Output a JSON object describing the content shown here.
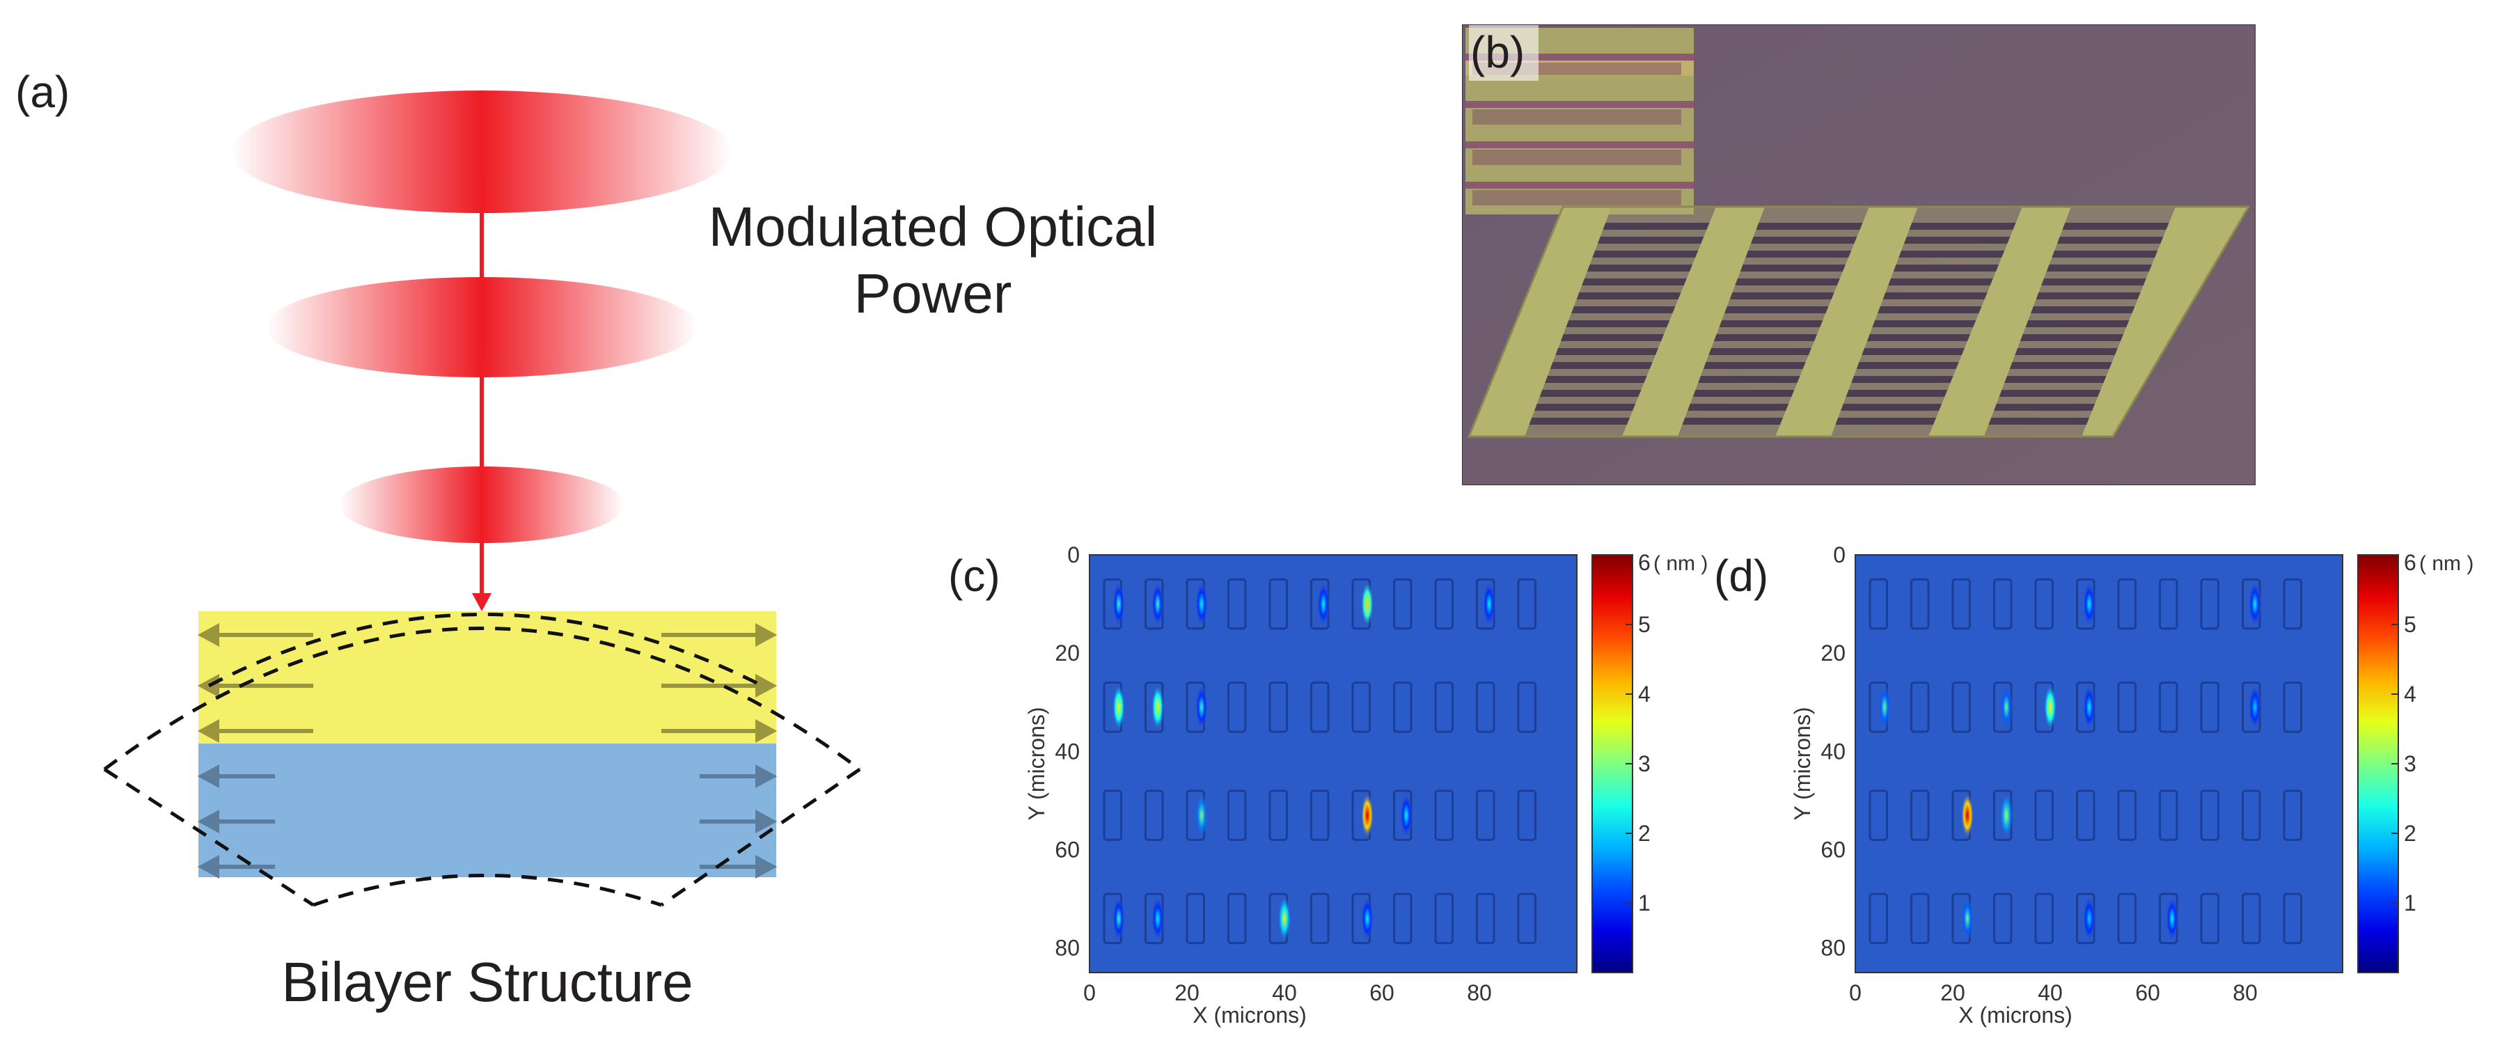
{
  "labels": {
    "a": "(a)",
    "b": "(b)",
    "c": "(c)",
    "d": "(d)"
  },
  "panel_a": {
    "beam_title_line1": "Modulated Optical",
    "beam_title_line2": "Power",
    "structure_title": "Bilayer Structure",
    "colors": {
      "beam": "#ee1c25",
      "top_layer": "#f5f06a",
      "bottom_layer": "#85b4df",
      "top_arrows": "#9a9640",
      "bottom_arrows": "#5c7d9c"
    }
  },
  "panel_b": {
    "description_colors": {
      "substrate": "#6c5a70",
      "metal": "#b4b46e"
    }
  },
  "maps": {
    "x_label": "X (microns)",
    "y_label": "Y (microns)",
    "x_ticks": [
      "0",
      "20",
      "40",
      "60",
      "80"
    ],
    "y_ticks": [
      "0",
      "20",
      "40",
      "60",
      "80"
    ],
    "colorbar_unit": "( nm )",
    "colorbar_ticks": [
      "6",
      "5",
      "4",
      "3",
      "2",
      "1"
    ],
    "x_range": [
      0,
      100
    ],
    "y_range": [
      0,
      85
    ]
  },
  "chart_data": [
    {
      "type": "heatmap",
      "panel": "(c)",
      "xlabel": "X (microns)",
      "ylabel": "Y (microns)",
      "xlim": [
        0,
        100
      ],
      "ylim": [
        0,
        85
      ],
      "colorbar_range_nm": [
        0,
        6
      ],
      "hotspots": [
        {
          "x": 6,
          "y": 10,
          "v": 2.5
        },
        {
          "x": 14,
          "y": 10,
          "v": 2.5
        },
        {
          "x": 23,
          "y": 10,
          "v": 2.2
        },
        {
          "x": 48,
          "y": 10,
          "v": 2.2
        },
        {
          "x": 57,
          "y": 10,
          "v": 4.0
        },
        {
          "x": 82,
          "y": 10,
          "v": 2.2
        },
        {
          "x": 6,
          "y": 31,
          "v": 3.8
        },
        {
          "x": 14,
          "y": 31,
          "v": 3.8
        },
        {
          "x": 23,
          "y": 31,
          "v": 2.5
        },
        {
          "x": 23,
          "y": 53,
          "v": 3.0
        },
        {
          "x": 57,
          "y": 53,
          "v": 5.5
        },
        {
          "x": 65,
          "y": 53,
          "v": 2.2
        },
        {
          "x": 6,
          "y": 74,
          "v": 2.5
        },
        {
          "x": 14,
          "y": 74,
          "v": 2.2
        },
        {
          "x": 40,
          "y": 74,
          "v": 3.5
        },
        {
          "x": 57,
          "y": 74,
          "v": 2.2
        }
      ]
    },
    {
      "type": "heatmap",
      "panel": "(d)",
      "xlabel": "X (microns)",
      "ylabel": "Y (microns)",
      "xlim": [
        0,
        100
      ],
      "ylim": [
        0,
        85
      ],
      "colorbar_range_nm": [
        0,
        6
      ],
      "hotspots": [
        {
          "x": 48,
          "y": 10,
          "v": 2.2
        },
        {
          "x": 82,
          "y": 10,
          "v": 2.2
        },
        {
          "x": 6,
          "y": 31,
          "v": 2.8
        },
        {
          "x": 31,
          "y": 31,
          "v": 2.8
        },
        {
          "x": 40,
          "y": 31,
          "v": 3.8
        },
        {
          "x": 48,
          "y": 31,
          "v": 2.2
        },
        {
          "x": 82,
          "y": 31,
          "v": 2.0
        },
        {
          "x": 23,
          "y": 53,
          "v": 5.5
        },
        {
          "x": 31,
          "y": 53,
          "v": 3.2
        },
        {
          "x": 23,
          "y": 74,
          "v": 2.8
        },
        {
          "x": 48,
          "y": 74,
          "v": 2.0
        },
        {
          "x": 65,
          "y": 74,
          "v": 2.2
        }
      ]
    }
  ]
}
